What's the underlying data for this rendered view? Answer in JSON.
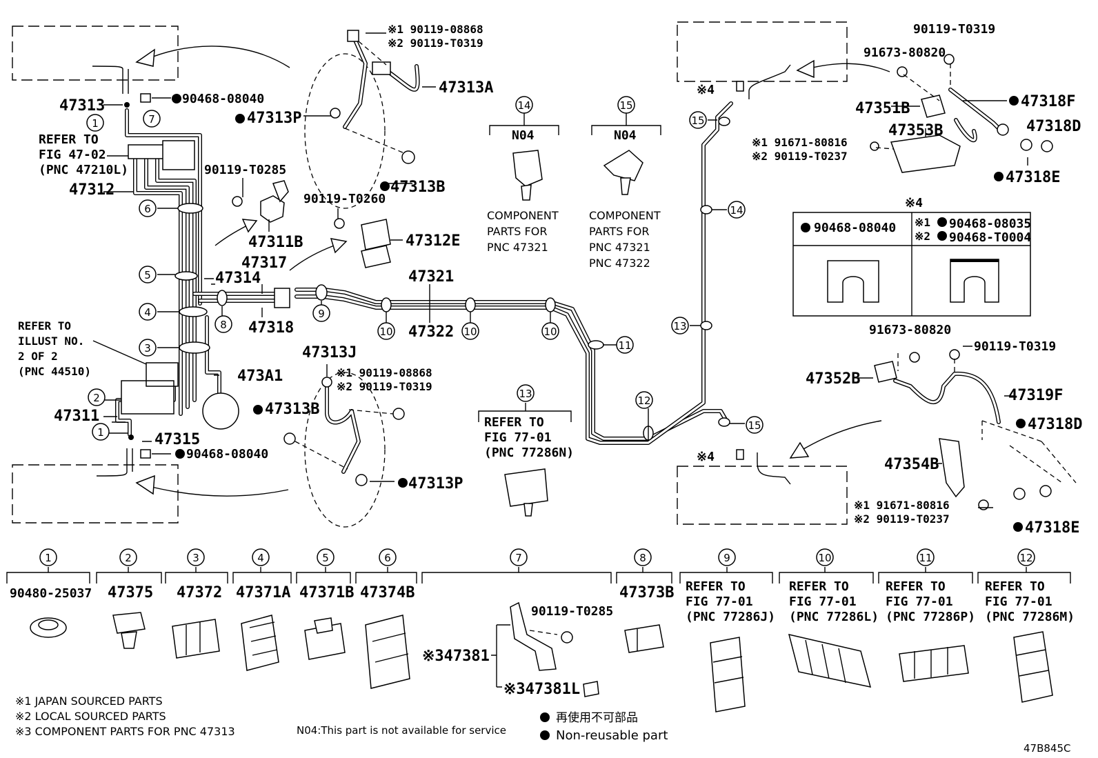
{
  "figure_code": "47B845C",
  "legend": {
    "note1": "※1 JAPAN SOURCED PARTS",
    "note2": "※2 LOCAL SOURCED PARTS",
    "note3": "※3 COMPONENT PARTS FOR PNC 47313",
    "n04_note": "N04:This part is not available for service",
    "nonreuse_jp": "再使用不可部品",
    "nonreuse_en": "Non-reusable part"
  },
  "callouts": {
    "p47313": "47313",
    "p47312": "47312",
    "p47311": "47311",
    "p47315": "47315",
    "p47314": "47314",
    "p47317": "47317",
    "p47318": "47318",
    "p473A1": "473A1",
    "p47321": "47321",
    "p47322": "47322",
    "p47311B": "47311B",
    "p47312E": "47312E",
    "p47313A": "47313A",
    "p47313P_top": "47313P",
    "p47313B_top": "47313B",
    "p47313J": "47313J",
    "p47313B_bot": "47313B",
    "p47313P_bot": "47313P",
    "p90468_top": "90468-08040",
    "p90468_bot": "90468-08040",
    "p90119_T0285": "90119-T0285",
    "p90119_T0260": "90119-T0260",
    "top_bolt_1": "※1 90119-08868",
    "top_bolt_2": "※2 90119-T0319",
    "mid_bolt_1": "※1 90119-08868",
    "mid_bolt_2": "※2 90119-T0319",
    "refer_left_1": "REFER TO",
    "refer_left_2": "FIG 47-02",
    "refer_left_3": "(PNC 47210L)",
    "illust_1": "REFER TO",
    "illust_2": "ILLUST NO.",
    "illust_3": "2 OF 2",
    "illust_4": "(PNC 44510)",
    "r_90119_T0319_top": "90119-T0319",
    "r_91673_top": "91673-80820",
    "r_47351B": "47351B",
    "r_47318F": "47318F",
    "r_47353B": "47353B",
    "r_47318D_top": "47318D",
    "r_47318E_top": "47318E",
    "r_bolt1_top": "※1 91671-80816",
    "r_bolt2_top": "※2 90119-T0237",
    "r_91673_bot": "91673-80820",
    "r_90119_T0319_bot": "90119-T0319",
    "r_47352B": "47352B",
    "r_47319F": "47319F",
    "r_47318D_bot": "47318D",
    "r_47354B": "47354B",
    "r_bolt1_bot": "※1 91671-80816",
    "r_bolt2_bot": "※2 90119-T0237",
    "r_47318E_bot": "47318E",
    "star4_top": "※4",
    "star4_bot": "※4",
    "box4_title": "※4",
    "box4_left": "90468-08040",
    "box4_right1": "※1",
    "box4_right1_pn": "90468-08035",
    "box4_right2": "※2",
    "box4_right2_pn": "90468-T0004",
    "c14_code": "N04",
    "c15_code": "N04",
    "comp14_1": "COMPONENT",
    "comp14_2": "PARTS FOR",
    "comp14_3": "PNC 47321",
    "comp15_1": "COMPONENT",
    "comp15_2": "PARTS FOR",
    "comp15_3": "PNC 47321",
    "comp15_4": "PNC 47322",
    "c13_1": "REFER TO",
    "c13_2": "FIG 77-01",
    "c13_3": "(PNC 77286N)"
  },
  "bottom_row": [
    {
      "num": "1",
      "pn": "90480-25037"
    },
    {
      "num": "2",
      "pn": "47375"
    },
    {
      "num": "3",
      "pn": "47372"
    },
    {
      "num": "4",
      "pn": "47371A"
    },
    {
      "num": "5",
      "pn": "47371B"
    },
    {
      "num": "6",
      "pn": "47374B"
    },
    {
      "num": "7",
      "pn": "",
      "sub1": "90119-T0285",
      "sub2": "※347381",
      "sub3": "※347381L"
    },
    {
      "num": "8",
      "pn": "47373B"
    },
    {
      "num": "9",
      "pn": "REFER TO",
      "l2": "FIG 77-01",
      "l3": "(PNC 77286J)"
    },
    {
      "num": "10",
      "pn": "REFER TO",
      "l2": "FIG 77-01",
      "l3": "(PNC 77286L)"
    },
    {
      "num": "11",
      "pn": "REFER TO",
      "l2": "FIG 77-01",
      "l3": "(PNC 77286P)"
    },
    {
      "num": "12",
      "pn": "REFER TO",
      "l2": "FIG 77-01",
      "l3": "(PNC 77286M)"
    }
  ],
  "circle_nums": {
    "n1": "1",
    "n2": "2",
    "n3": "3",
    "n4": "4",
    "n5": "5",
    "n6": "6",
    "n7": "7",
    "n8": "8",
    "n9": "9",
    "n10": "10",
    "n11": "11",
    "n12": "12",
    "n13": "13",
    "n14": "14",
    "n15": "15"
  }
}
